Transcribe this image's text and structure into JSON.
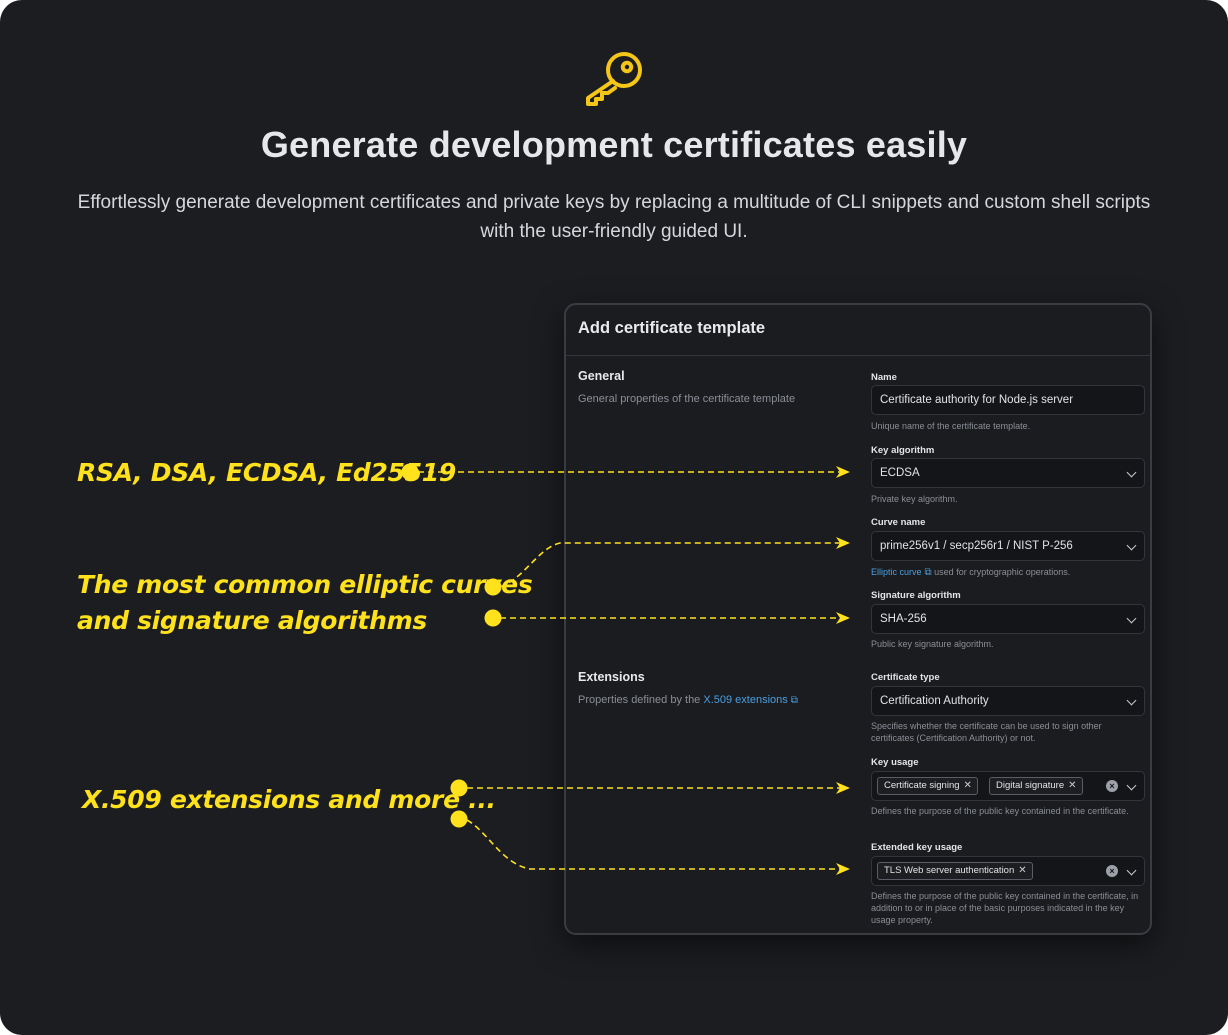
{
  "hero": {
    "icon": "key-icon",
    "title": "Generate development certificates easily",
    "subtitle": "Effortlessly generate development certificates and private keys by replacing a multitude of CLI snippets and custom shell scripts with the user-friendly guided UI."
  },
  "colors": {
    "background": "#1c1d21",
    "panel": "#1b1c20",
    "accent_yellow": "#ffe11c",
    "link": "#4a9fe0"
  },
  "panel": {
    "title": "Add certificate template",
    "general": {
      "title": "General",
      "description": "General properties of the certificate template"
    },
    "extensions": {
      "title": "Extensions",
      "description_prefix": "Properties defined by the",
      "description_link": "X.509 extensions"
    },
    "fields": {
      "name": {
        "label": "Name",
        "value": "Certificate authority for Node.js server",
        "hint": "Unique name of the certificate template."
      },
      "key_algorithm": {
        "label": "Key algorithm",
        "value": "ECDSA",
        "hint": "Private key algorithm."
      },
      "curve_name": {
        "label": "Curve name",
        "value": "prime256v1 / secp256r1 / NIST P-256",
        "hint_link": "Elliptic curve",
        "hint_suffix": "used for cryptographic operations."
      },
      "signature_algorithm": {
        "label": "Signature algorithm",
        "value": "SHA-256",
        "hint": "Public key signature algorithm."
      },
      "certificate_type": {
        "label": "Certificate type",
        "value": "Certification Authority",
        "hint": "Specifies whether the certificate can be used to sign other certificates (Certification Authority) or not."
      },
      "key_usage": {
        "label": "Key usage",
        "chips": [
          "Certificate signing",
          "Digital signature"
        ],
        "hint": "Defines the purpose of the public key contained in the certificate."
      },
      "extended_key_usage": {
        "label": "Extended key usage",
        "chips": [
          "TLS Web server authentication"
        ],
        "hint": "Defines the purpose of the public key contained in the certificate, in addition to or in place of the basic purposes indicated in the key usage property."
      }
    }
  },
  "annotations": {
    "algorithms": "RSA, DSA, ECDSA, Ed25519",
    "curves_line1": "The most common elliptic curves",
    "curves_line2": "and signature algorithms",
    "extensions": "X.509 extensions and more ..."
  }
}
